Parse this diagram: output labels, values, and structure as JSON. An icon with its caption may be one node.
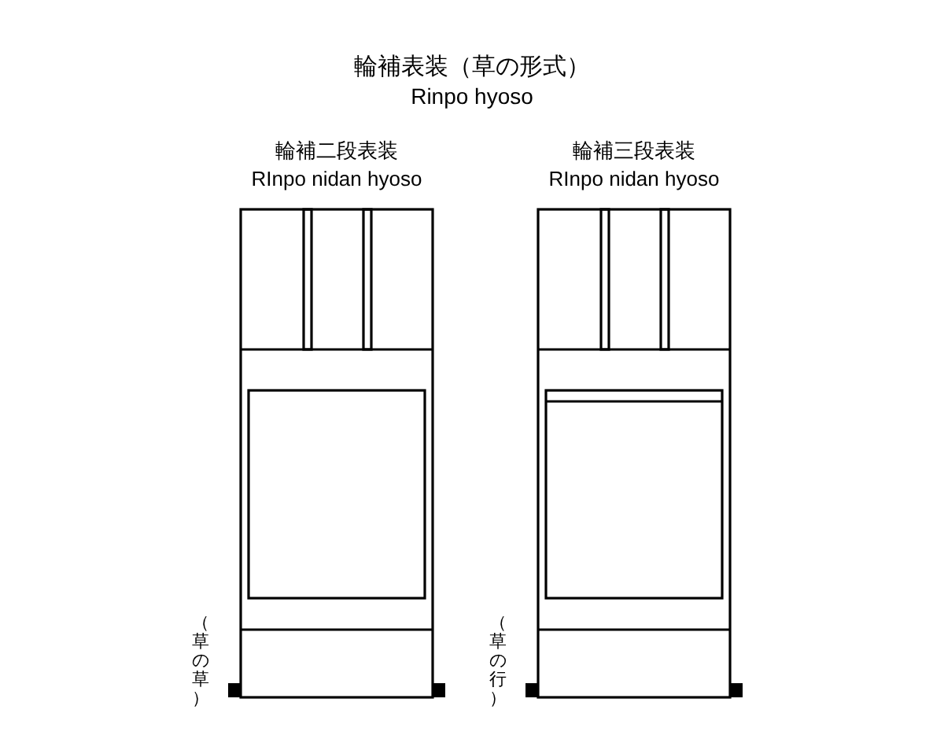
{
  "diagram": {
    "title": "輪補表装（草の形式）",
    "nodes": [
      {
        "text": [
          "輪補二段表装",
          "RInpo nidan hyoso"
        ],
        "beside": [
          "（草の草）"
        ]
      },
      {
        "text": [
          "輪補三段表装",
          "RInpo nidan hyoso"
        ],
        "beside": [
          "（草の行）"
        ]
      }
    ],
    "labels": [
      "Rinpo hyoso"
    ]
  }
}
